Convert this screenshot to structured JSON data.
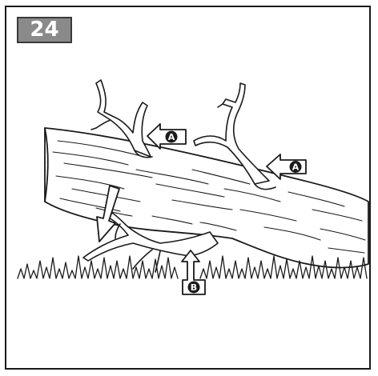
{
  "step": {
    "number": "24"
  },
  "callouts": {
    "a_upper": "A",
    "a_lower": "A",
    "b": "B"
  },
  "colors": {
    "line": "#1a1a1a",
    "badge_background": "#8a8a8a",
    "arrow_fill": "#ffffff"
  }
}
